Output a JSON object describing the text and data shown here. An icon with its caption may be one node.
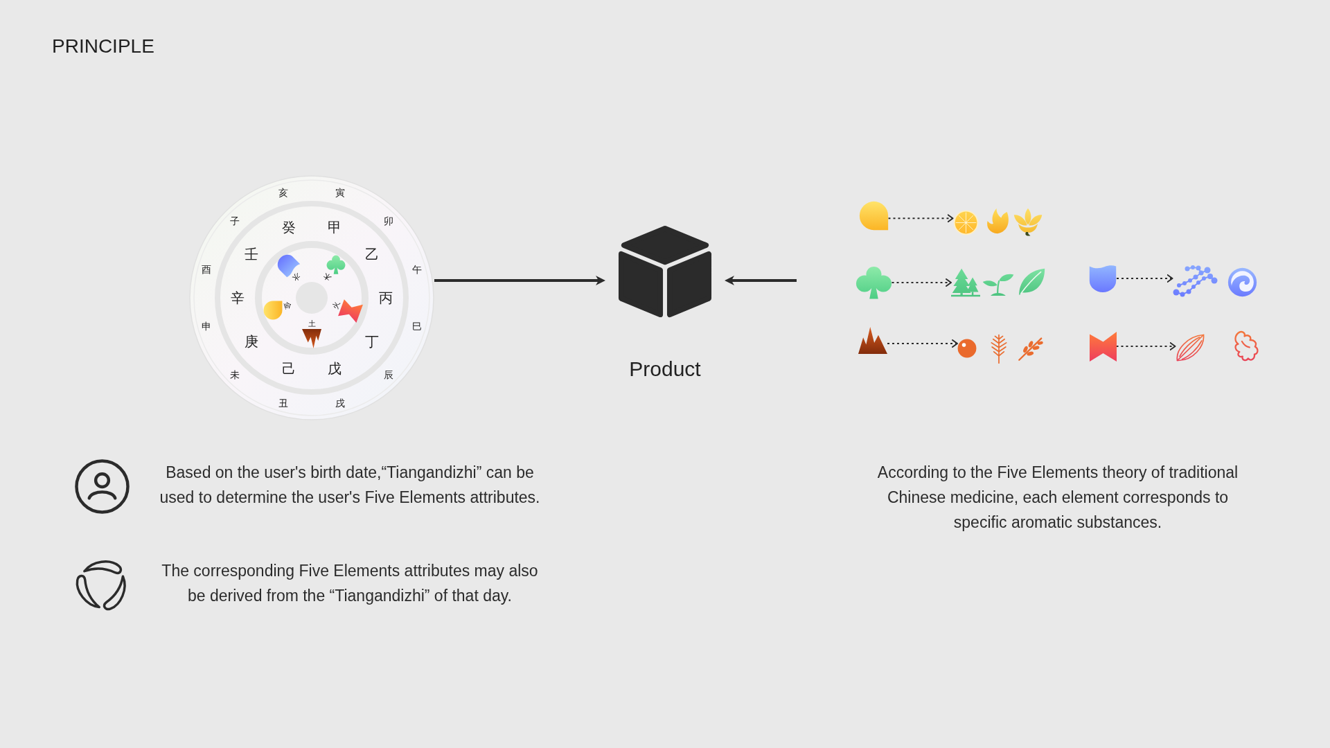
{
  "diagram": {
    "title": "PRINCIPLE",
    "nodes": [
      {
        "text": [
          "亥",
          "寅",
          "子",
          "癸",
          "甲",
          "卯",
          "壬",
          "乙",
          "酉",
          "水",
          "木",
          "午",
          "辛",
          "金",
          "火",
          "丙",
          "申",
          "土",
          "巳",
          "庚",
          "丁",
          "未",
          "己",
          "戊",
          "辰",
          "丑",
          "戌"
        ]
      },
      {
        "text": [
          "Product"
        ]
      },
      {
        "text": [],
        "shape": "picture"
      },
      {
        "text": [],
        "shape": "picture"
      },
      {
        "text": [],
        "shape": "picture"
      },
      {
        "text": [],
        "shape": "picture"
      },
      {
        "text": [],
        "shape": "picture"
      },
      {
        "text": [],
        "shape": "picture"
      },
      {
        "text": [],
        "shape": "picture"
      },
      {
        "text": [],
        "shape": "picture"
      },
      {
        "text": [],
        "shape": "picture"
      },
      {
        "text": [],
        "shape": "picture"
      }
    ],
    "edges": [
      {
        "from": 0,
        "to": 1,
        "arrow": "to"
      },
      {
        "from": null,
        "to": 1,
        "arrow": "to"
      },
      {
        "from": 2,
        "to": 3,
        "arrow": "to",
        "style": "dashed"
      },
      {
        "from": 4,
        "to": 5,
        "arrow": "to",
        "style": "dashed"
      },
      {
        "from": 6,
        "to": 7,
        "arrow": "to",
        "style": "dashed"
      },
      {
        "from": 8,
        "to": 9,
        "arrow": "to",
        "style": "dashed"
      },
      {
        "from": 10,
        "to": 11,
        "arrow": "to",
        "style": "dashed"
      }
    ],
    "labels": [
      "Based on the user's birth date,“Tiangandizhi” can be used to determine the user's Five Elements attributes.",
      "According to the Five Elements theory of traditional Chinese medicine, each element corresponds to specific aromatic substances.",
      "The corresponding Five Elements attributes may also be derived from the “Tiangandizhi” of that day."
    ]
  }
}
